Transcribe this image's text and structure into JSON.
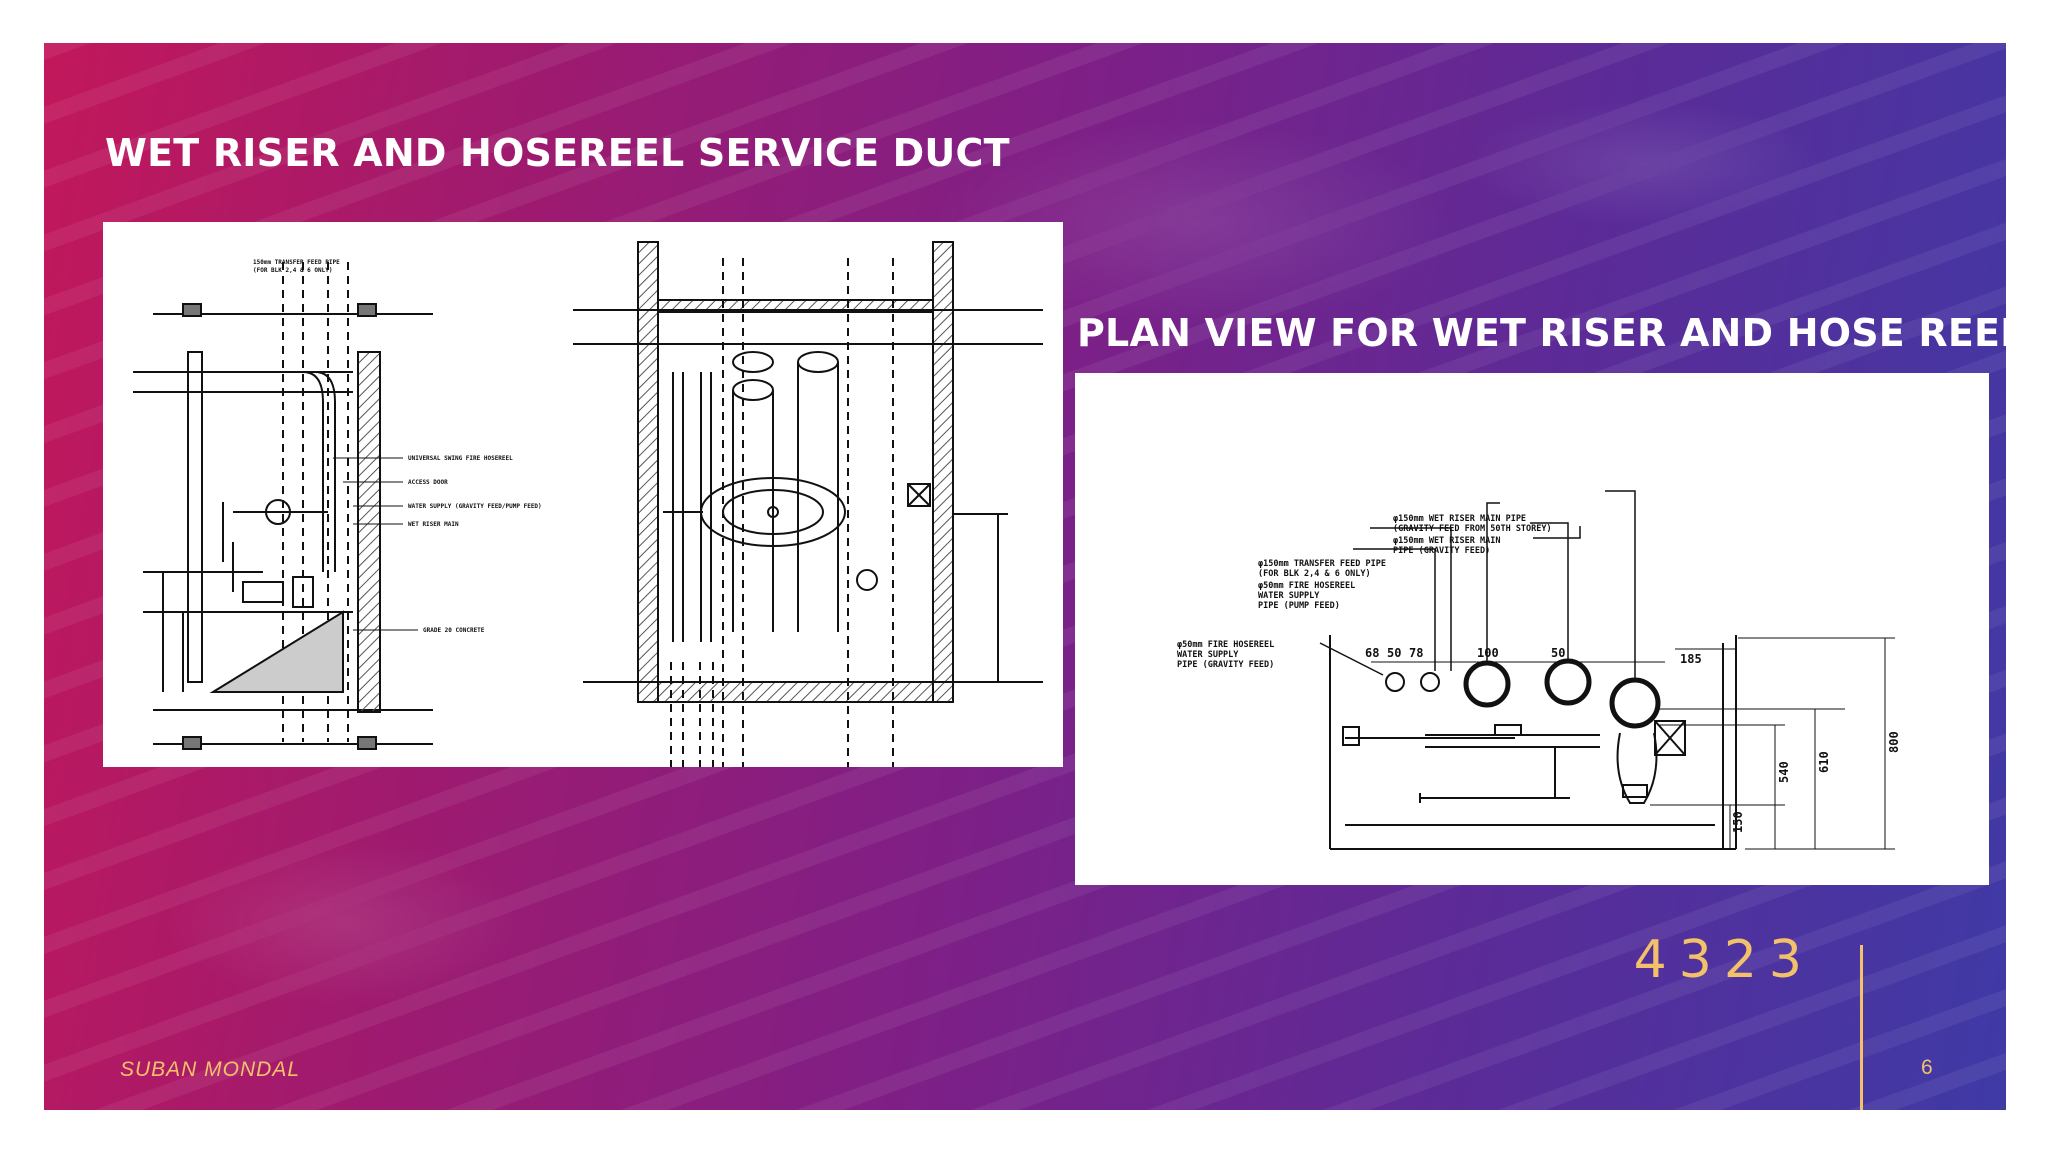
{
  "slide": {
    "title_left": "WET RISER AND HOSEREEL SERVICE DUCT",
    "title_right": "PLAN VIEW FOR WET RISER AND HOSE REEL",
    "big_number": "4323",
    "author": "SUBAN MONDAL",
    "page_number": "6"
  },
  "plan_drawing": {
    "labels": [
      "φ150mm WET RISER MAIN PIPE",
      "(GRAVITY FEED FROM 50TH STOREY)",
      "φ150mm WET RISER MAIN",
      "PIPE (GRAVITY FEED)",
      "φ150mm TRANSFER FEED PIPE",
      "(FOR BLK 2,4 & 6 ONLY)",
      "φ50mm FIRE HOSEREEL",
      "WATER SUPPLY",
      "PIPE (PUMP FEED)",
      "φ50mm FIRE HOSEREEL",
      "WATER SUPPLY",
      "PIPE (GRAVITY FEED)"
    ],
    "dimensions": [
      "68",
      "50",
      "78",
      "100",
      "50",
      "185",
      "150",
      "540",
      "610",
      "800"
    ]
  }
}
